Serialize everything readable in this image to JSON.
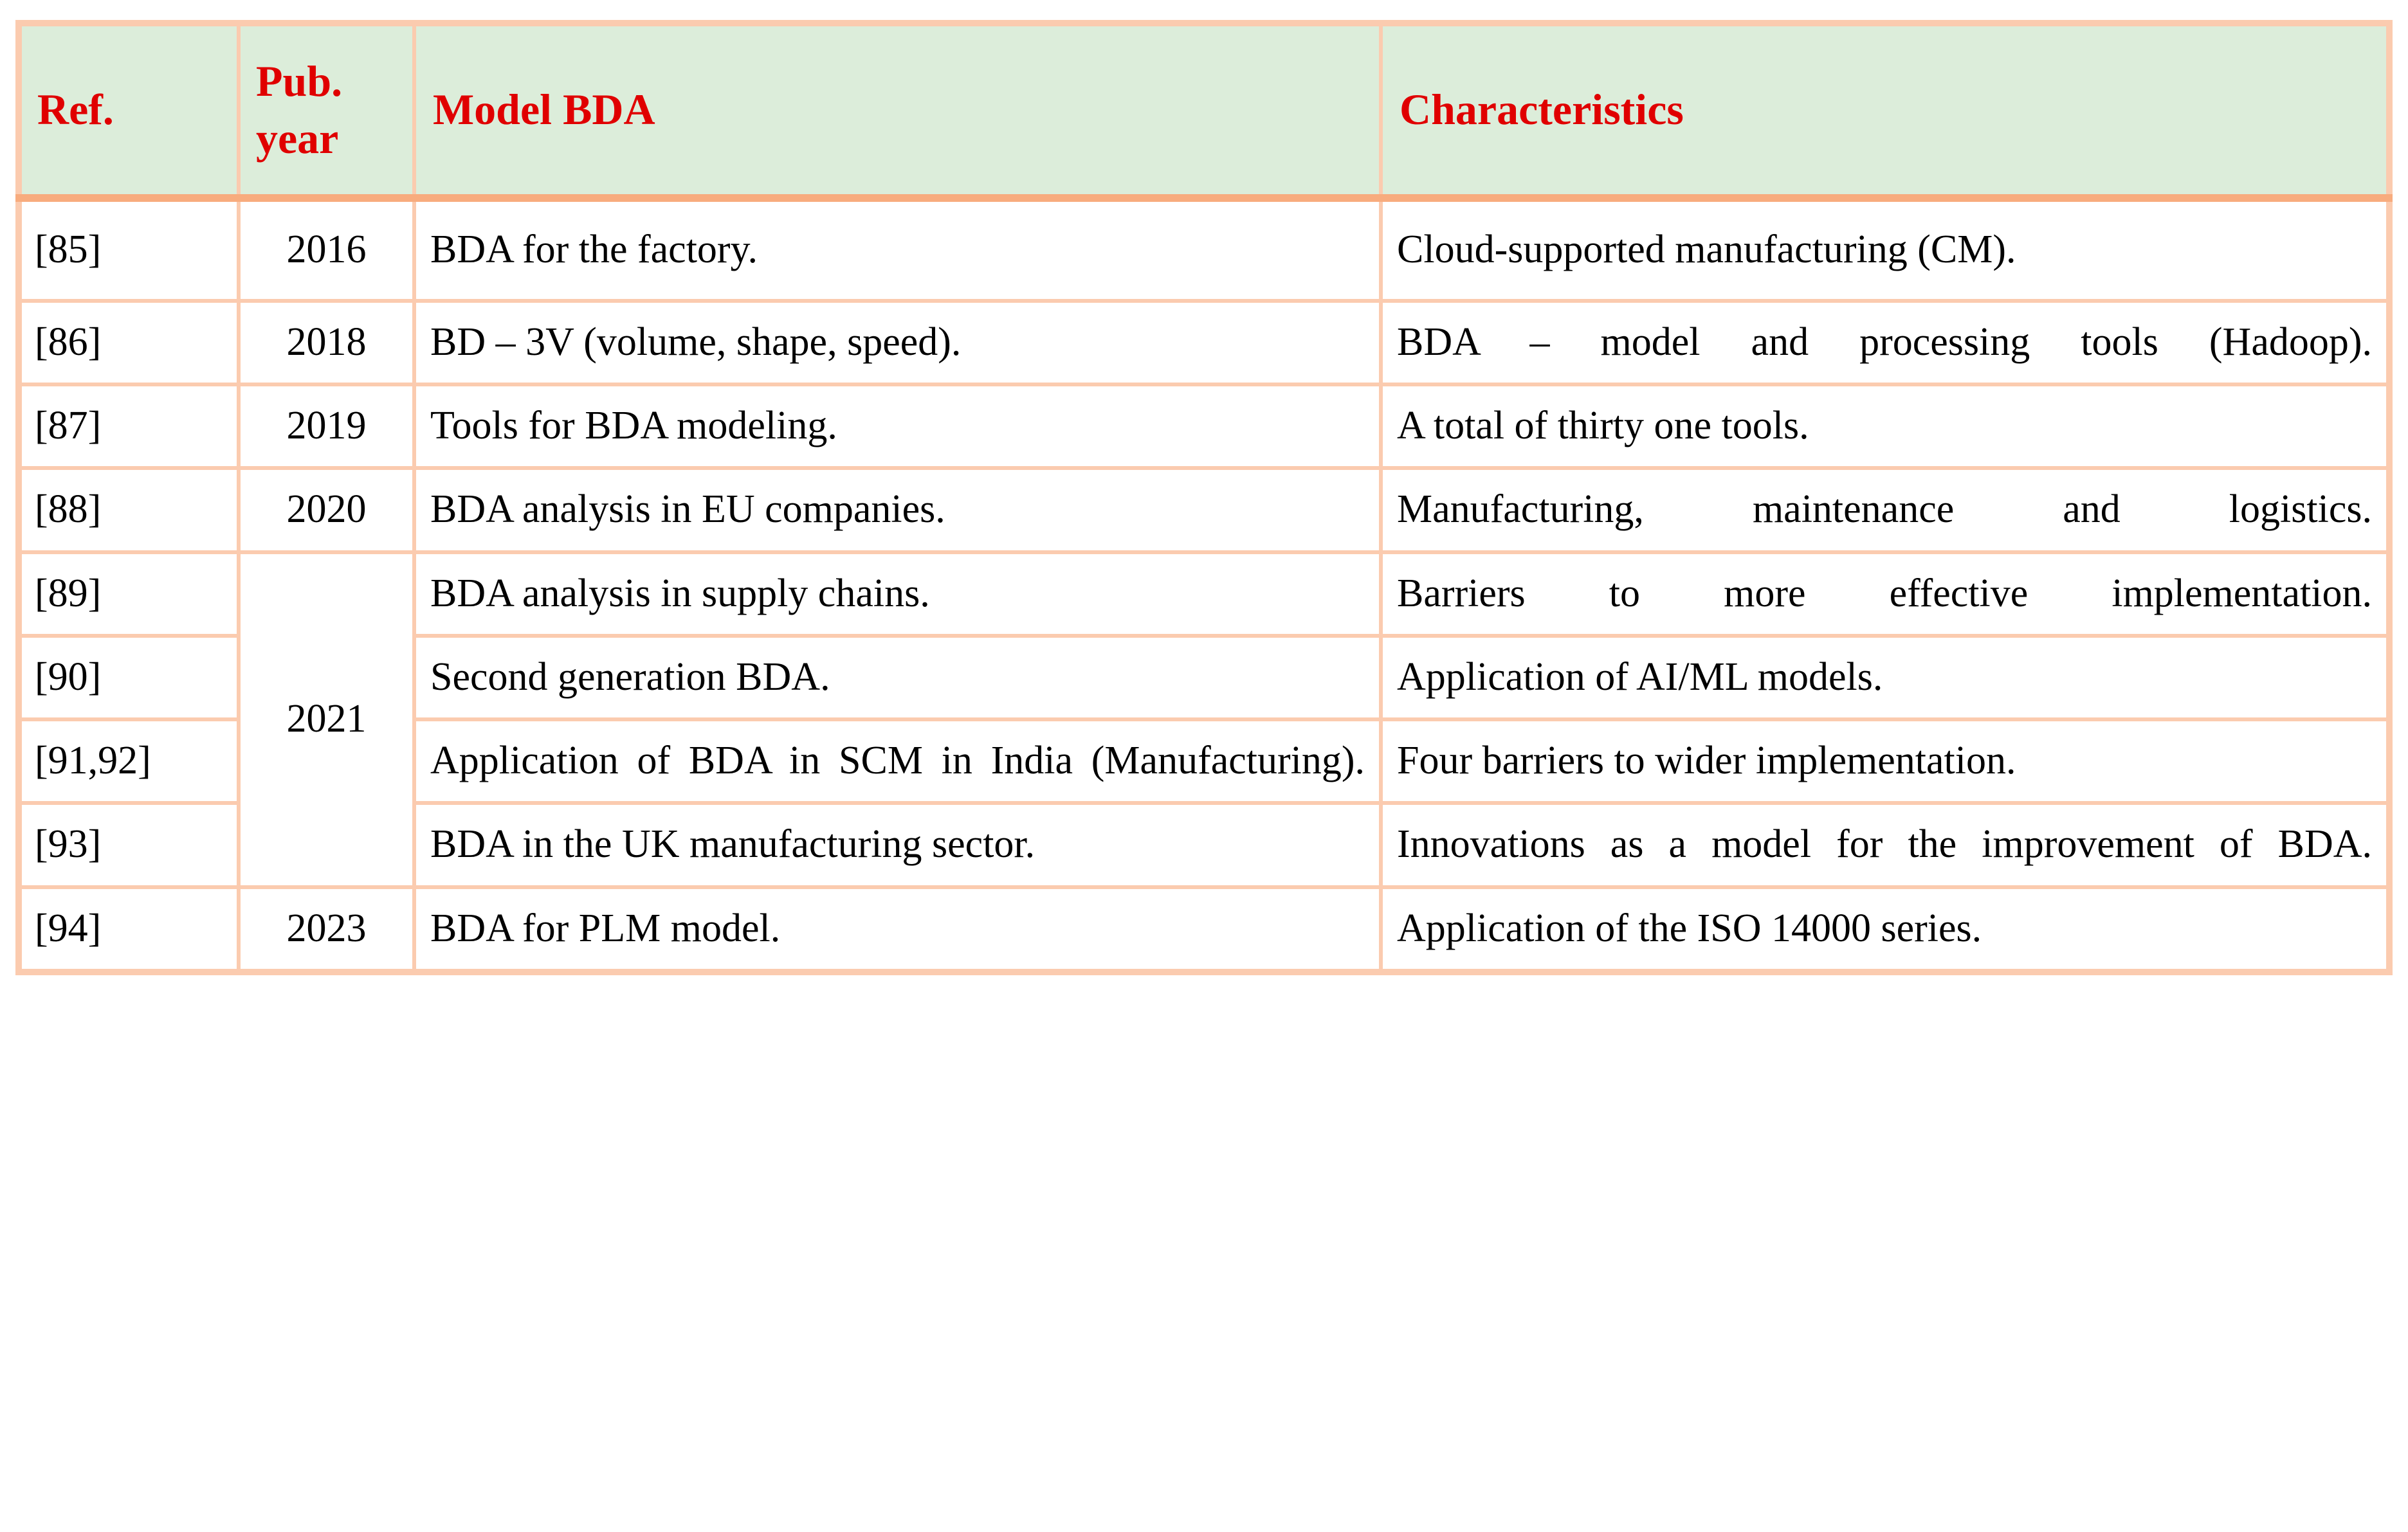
{
  "table": {
    "columns": [
      {
        "key": "ref",
        "label": "Ref.",
        "label_lines": [
          "Ref."
        ]
      },
      {
        "key": "year",
        "label": "Pub. year",
        "label_lines": [
          "Pub.",
          "year"
        ]
      },
      {
        "key": "model",
        "label": "Model BDA",
        "label_lines": [
          "Model BDA"
        ]
      },
      {
        "key": "char",
        "label": "Characteristics",
        "label_lines": [
          "Characteristics"
        ]
      }
    ],
    "header_style": {
      "background": "#DCEDDA",
      "text_color": "#E00000",
      "border_color": "#FBCBAF",
      "header_bottom_border_color": "#F8AC7E"
    },
    "rows": [
      {
        "ref": "[85]",
        "year": "2016",
        "model": "BDA for the factory.",
        "characteristics": "Cloud-supported manufacturing (CM)."
      },
      {
        "ref": "[86]",
        "year": "2018",
        "model": "BD – 3V (volume, shape, speed).",
        "characteristics": "BDA – model and processing tools (Hadoop)."
      },
      {
        "ref": "[87]",
        "year": "2019",
        "model": "Tools for BDA modeling.",
        "characteristics": "A total of thirty one tools."
      },
      {
        "ref": "[88]",
        "year": "2020",
        "model": "BDA analysis in EU companies.",
        "characteristics": "Manufacturing, maintenance and logistics."
      },
      {
        "ref": "[89]",
        "year": "2021",
        "year_rowspan": 4,
        "model": "BDA analysis in supply chains.",
        "characteristics": "Barriers to more effective implementation."
      },
      {
        "ref": "[90]",
        "year": "",
        "model": "Second generation BDA.",
        "characteristics": "Application of AI/ML models."
      },
      {
        "ref": "[91,92]",
        "year": "",
        "model": "Application of BDA in SCM in India (Manufacturing).",
        "characteristics": "Four barriers to wider implementation."
      },
      {
        "ref": "[93]",
        "year": "",
        "model": "BDA in the UK manufacturing sector.",
        "characteristics": "Innovations as a model for the improvement of BDA."
      },
      {
        "ref": "[94]",
        "year": "2023",
        "model": "BDA for PLM model.",
        "characteristics": "Application of the ISO 14000 series."
      }
    ]
  }
}
